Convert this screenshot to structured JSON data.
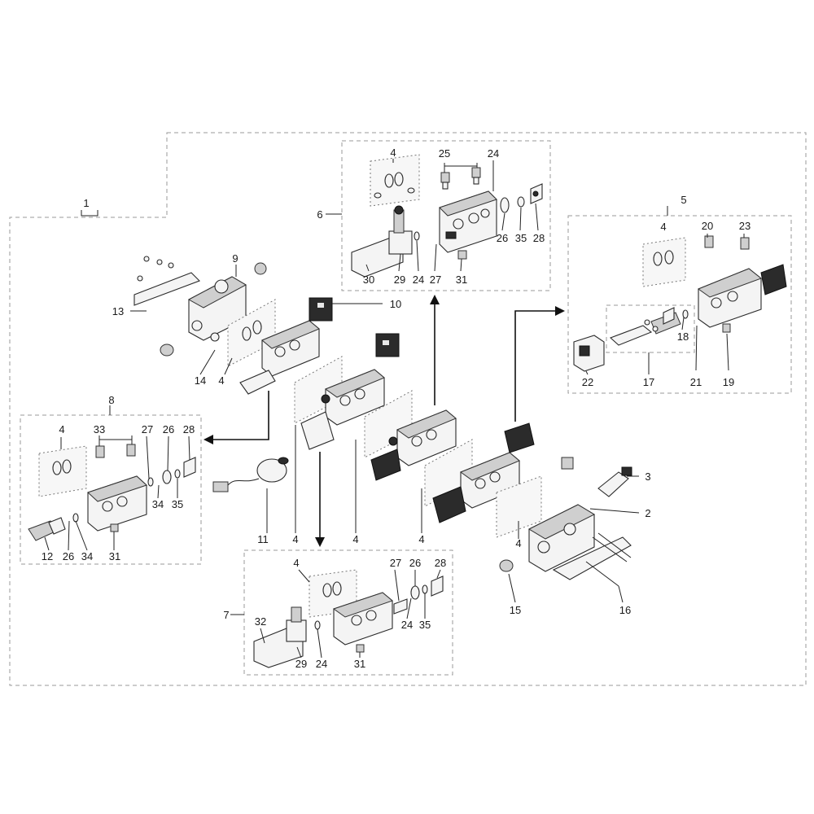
{
  "callouts": {
    "c1": "1",
    "c2": "2",
    "c3": "3",
    "c4": "4",
    "c5": "5",
    "c6": "6",
    "c7": "7",
    "c8": "8",
    "c9": "9",
    "c10": "10",
    "c11": "11",
    "c12": "12",
    "c13": "13",
    "c14": "14",
    "c15": "15",
    "c16": "16",
    "c17": "17",
    "c18": "18",
    "c19": "19",
    "c20": "20",
    "c21": "21",
    "c22": "22",
    "c23": "23",
    "c24": "24",
    "c25": "25",
    "c26": "26",
    "c27": "27",
    "c28": "28",
    "c29": "29",
    "c30": "30",
    "c31": "31",
    "c32": "32",
    "c33": "33",
    "c34": "34",
    "c35": "35"
  },
  "colors": {
    "line": "#222222",
    "frame": "#9a9a9a",
    "metal": "#f4f4f4",
    "coil": "#2b2b2b"
  }
}
